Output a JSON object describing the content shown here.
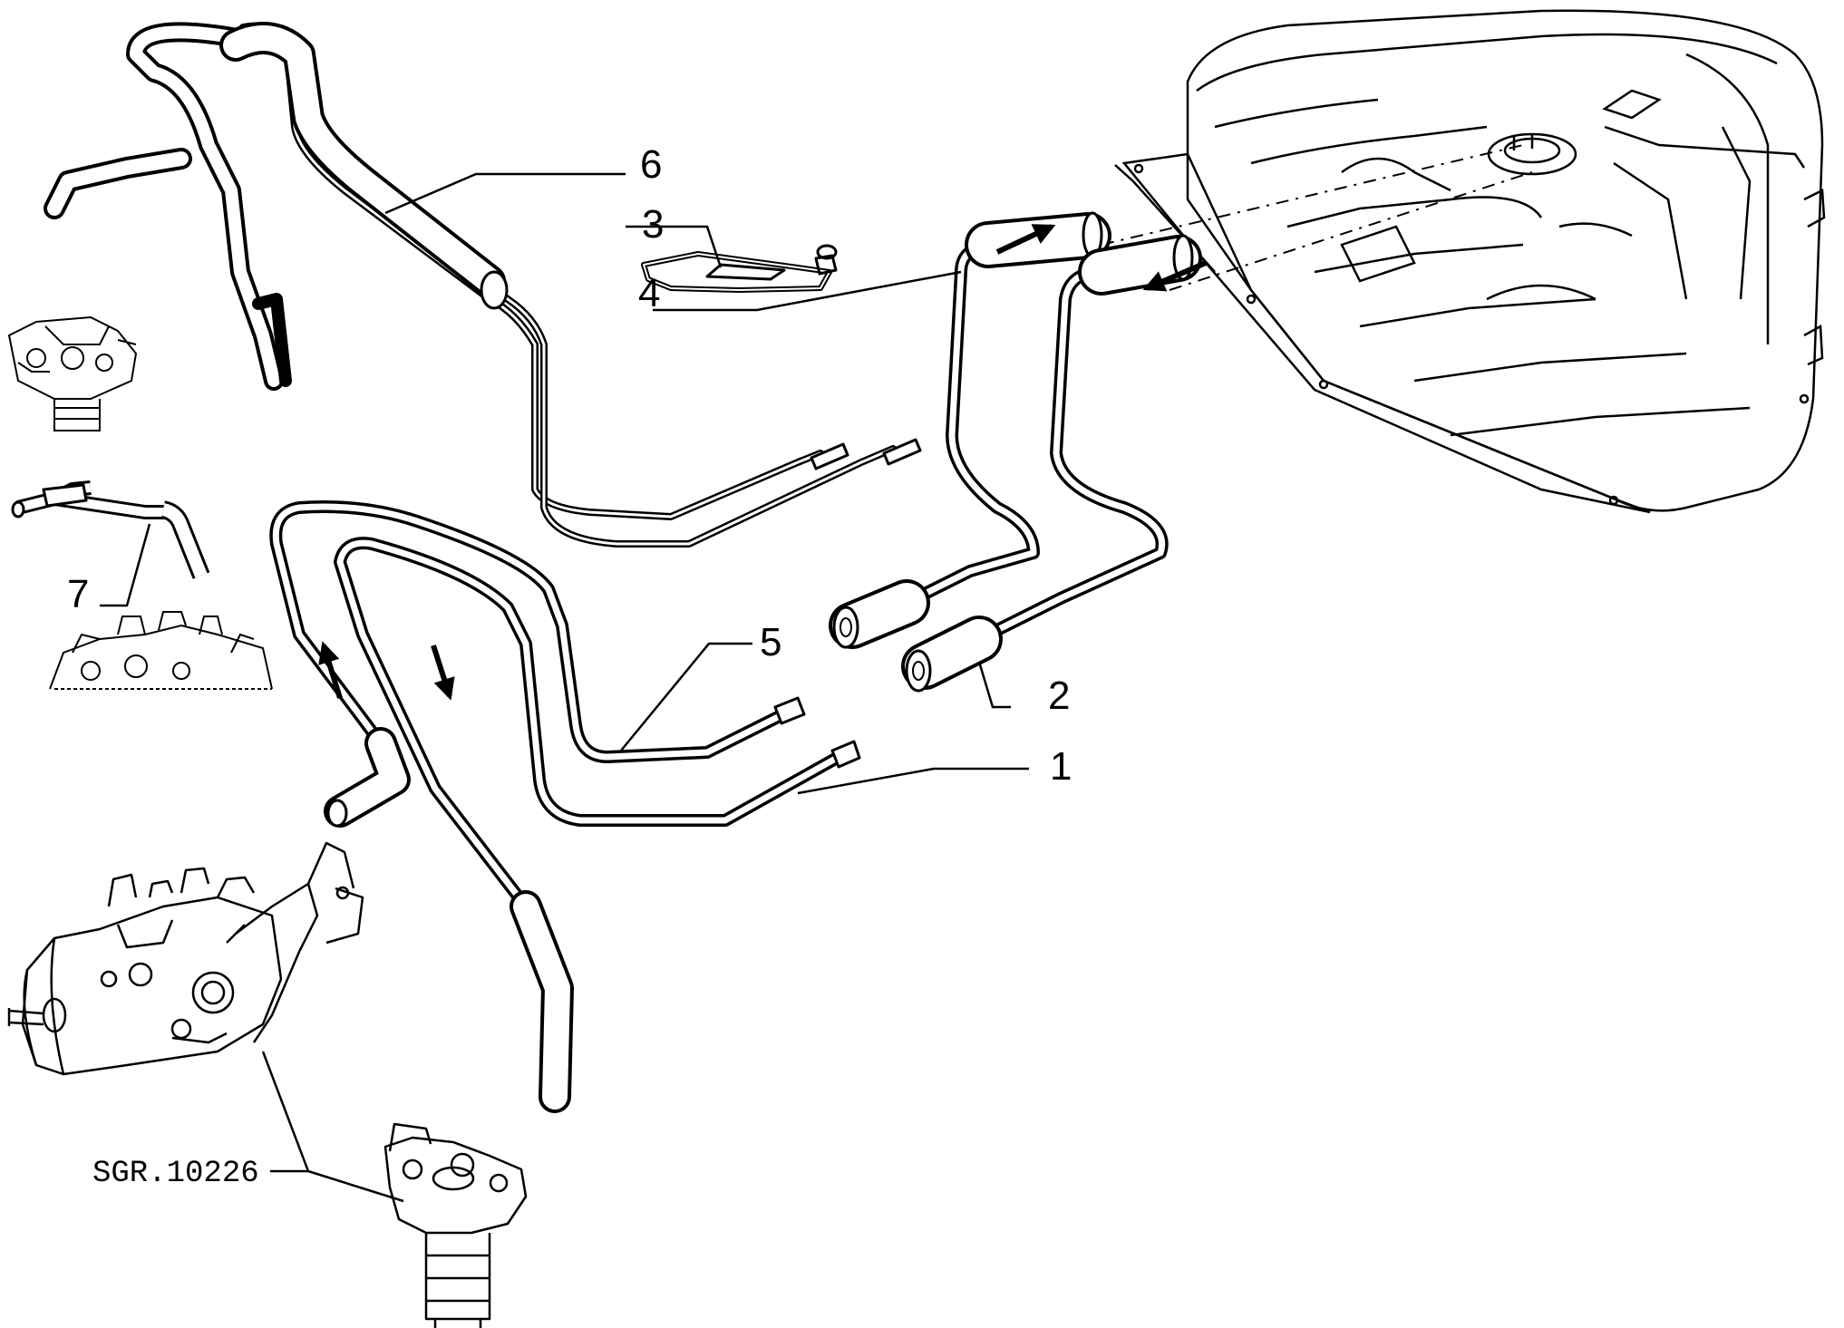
{
  "callouts": [
    {
      "id": "1",
      "label": "1"
    },
    {
      "id": "2",
      "label": "2"
    },
    {
      "id": "3",
      "label": "3"
    },
    {
      "id": "4",
      "label": "4"
    },
    {
      "id": "5",
      "label": "5"
    },
    {
      "id": "6",
      "label": "6"
    },
    {
      "id": "7",
      "label": "7"
    }
  ],
  "reference_code": "SGR.10226",
  "colors": {
    "line": "#000000",
    "background": "#ffffff"
  }
}
